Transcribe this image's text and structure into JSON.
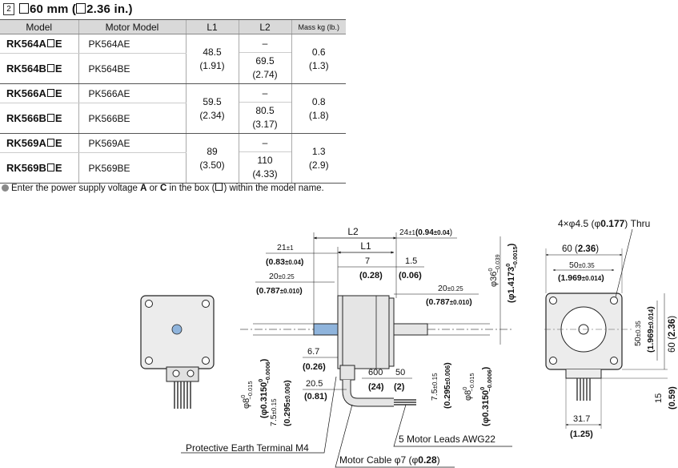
{
  "header": {
    "number": "2",
    "title_size": "60 mm (",
    "title_inch": "2.36 in.)"
  },
  "table": {
    "columns": [
      "Model",
      "Motor Model",
      "L1",
      "L2",
      "Mass kg (lb.)"
    ],
    "groups": [
      {
        "rows": [
          {
            "model_prefix": "RK564A",
            "model_suffix": "E",
            "motor": "PK564AE",
            "l2": "–"
          },
          {
            "model_prefix": "RK564B",
            "model_suffix": "E",
            "motor": "PK564BE",
            "l2": "69.5",
            "l2_in": "(2.74)"
          }
        ],
        "l1": "48.5",
        "l1_in": "(1.91)",
        "mass": "0.6",
        "mass_lb": "(1.3)"
      },
      {
        "rows": [
          {
            "model_prefix": "RK566A",
            "model_suffix": "E",
            "motor": "PK566AE",
            "l2": "–"
          },
          {
            "model_prefix": "RK566B",
            "model_suffix": "E",
            "motor": "PK566BE",
            "l2": "80.5",
            "l2_in": "(3.17)"
          }
        ],
        "l1": "59.5",
        "l1_in": "(2.34)",
        "mass": "0.8",
        "mass_lb": "(1.8)"
      },
      {
        "rows": [
          {
            "model_prefix": "RK569A",
            "model_suffix": "E",
            "motor": "PK569AE",
            "l2": "–"
          },
          {
            "model_prefix": "RK569B",
            "model_suffix": "E",
            "motor": "PK569BE",
            "l2": "110",
            "l2_in": "(4.33)"
          }
        ],
        "l1": "89",
        "l1_in": "(3.50)",
        "mass": "1.3",
        "mass_lb": "(2.9)"
      }
    ]
  },
  "note": {
    "p1": "Enter the power supply voltage ",
    "a": "A",
    "or": " or ",
    "c": "C",
    "p2": " in the box (",
    "p3": ") within the model name."
  },
  "drawing": {
    "L2": "L2",
    "L1": "L1",
    "d24": "24",
    "d24_tol": "±1",
    "d24_in": "(0.94",
    "d24_in_tol": "±0.04",
    "d24_close": ")",
    "d21": "21",
    "d21_tol": "±1",
    "d21_in": "(0.83",
    "d21_in_tol": "±0.04",
    "d21_close": ")",
    "d7": "7",
    "d7_in": "(0.28)",
    "d15": "1.5",
    "d15_in": "(0.06)",
    "d20": "20",
    "d20_tol": "±0.25",
    "d20_in": "(0.787",
    "d20_in_tol": "±0.010",
    "d20_close": ")",
    "d20r": "20",
    "d20r_tol": "±0.25",
    "d20r_in": "(0.787",
    "d20r_in_tol": "±0.010",
    "d20r_close": ")",
    "d36": "φ36",
    "d36_tol_hi": "0",
    "d36_tol_lo": "−0.039",
    "d36_in": "(φ1.4173",
    "d36_in_tol_hi": "0",
    "d36_in_tol_lo": "−0.0015",
    "d36_in_close": ")",
    "d67": "6.7",
    "d67_in": "(0.26)",
    "d205": "20.5",
    "d205_in": "(0.81)",
    "d600": "600",
    "d600_in": "(24)",
    "d50": "50",
    "d50_in": "(2)",
    "shaft_d": "φ8",
    "shaft_tol_hi": "0",
    "shaft_tol_lo": "−0.015",
    "shaft_in": "(φ0.3150",
    "shaft_in_tol_hi": "0",
    "shaft_in_tol_lo": "−0.0006",
    "shaft_in_close": ")",
    "flat": "7.5",
    "flat_tol": "±0.15",
    "flat_in": "(0.295",
    "flat_in_tol": "±0.006",
    "flat_close": ")",
    "flat2": "7.5",
    "flat2_tol": "±0.15",
    "flat2_in": "(0.295",
    "flat2_in_tol": "±0.006",
    "flat2_close": ")",
    "shaft2_d": "φ8",
    "shaft2_tol_hi": "0",
    "shaft2_tol_lo": "−0.015",
    "shaft2_in": "(φ0.3150",
    "shaft2_in_tol_hi": "0",
    "shaft2_in_tol_lo": "−0.0006",
    "shaft2_in_close": ")",
    "holes": "4×φ4.5 (φ",
    "holes_b": "0.177",
    "holes_c": ") Thru",
    "w60": "60 (",
    "w60_b": "2.36",
    "w60_c": ")",
    "w50": "50",
    "w50_tol": "±0.35",
    "w50_in": "(1.969",
    "w50_in_tol": "±0.014",
    "w50_close": ")",
    "h50": "50",
    "h50_tol": "±0.35",
    "h50_in": "(1.969",
    "h50_in_tol": "±0.014",
    "h50_close": ")",
    "h60": "60 (",
    "h60_b": "2.36",
    "h60_c": ")",
    "h15": "15",
    "h15_in": "(0.59)",
    "w317": "31.7",
    "w317_in": "(1.25)",
    "label_pe": "Protective Earth Terminal M4",
    "label_leads": "5 Motor Leads AWG22",
    "label_cable": "Motor Cable φ7 (φ",
    "label_cable_b": "0.28",
    "label_cable_c": ")"
  }
}
